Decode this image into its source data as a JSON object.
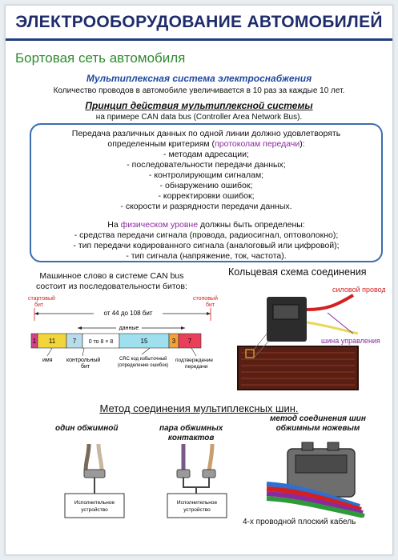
{
  "title": "ЭЛЕКТРООБОРУДОВАНИЕ АВТОМОБИЛЕЙ",
  "section": "Бортовая сеть автомобиля",
  "subtitle": "Мультиплексная система электроснабжения",
  "intro": "Количество проводов в автомобиле увеличивается в 10 раз за каждые 10 лет.",
  "principle": "Принцип действия мультиплексной системы",
  "example": "на примере CAN data bus (Controller Area Network Bus).",
  "box": {
    "p1_l1": "Передача различных данных по одной линии должно удовлетворять",
    "p1_l2_a": "определенным критериям (",
    "p1_l2_b": "протоколам передачи",
    "p1_l2_c": "):",
    "items": [
      "- методам адресации;",
      "- последовательности передачи данных;",
      "- контролирующим сигналам;",
      "- обнаружению ошибок;",
      "- корректировки ошибок;",
      "- скорости и разрядности передачи данных."
    ],
    "p2_a": "На ",
    "p2_b": "физическом уровне",
    "p2_c": " должны быть определены:",
    "items2": [
      "- средства передачи сигнала (провода, радиосигнал, оптоволокно);",
      "- тип передачи кодированного сигнала (аналоговый или цифровой);",
      "- тип сигнала (напряжение, ток, частота)."
    ]
  },
  "machine_word": {
    "l1": "Машинное слово в системе CAN bus",
    "l2": "состоит из последовательности битов:"
  },
  "ring_title": "Кольцевая схема соединения",
  "can_frame": {
    "start_l1": "стартовый",
    "start_l2": "бит",
    "stop_l1": "стоповый",
    "stop_l2": "бит",
    "range": "от 44 до 108 бит",
    "data": "данные",
    "fields": [
      {
        "label": "1",
        "color": "#d6408a"
      },
      {
        "label": "11",
        "color": "#f2d53a"
      },
      {
        "label": "7",
        "color": "#b8dcea"
      },
      {
        "label": "0 то 8 × 8",
        "color": "#ffffff"
      },
      {
        "label": "15",
        "color": "#9fe0ee"
      },
      {
        "label": "3",
        "color": "#f2a23a"
      },
      {
        "label": "7",
        "color": "#e8405a"
      }
    ],
    "lab_name": "имя",
    "lab_control_l1": "контрольный",
    "lab_control_l2": "бит",
    "lab_crc_l1": "CRC код  избыточный",
    "lab_crc_l2": "(определение ошибок)",
    "lab_confirm_l1": "подтверждение",
    "lab_confirm_l2": "передачи"
  },
  "ring": {
    "power_wire": "силовой провод",
    "control_bus": "шина управления"
  },
  "method_title": "Метод соединения мультиплексных шин.",
  "methods": {
    "m1": "один обжимной",
    "m2_l1": "пара обжимных",
    "m2_l2": "контактов",
    "m3_l1": "метод соединения шин",
    "m3_l2": "обжимным ножевым",
    "device_l1": "Исполнительное",
    "device_l2": "устройство"
  },
  "cable_label": "4-х проводной плоский кабель",
  "colors": {
    "title": "#1e2c6b",
    "section": "#2e8b2e",
    "accent_blue": "#1f4aa0",
    "accent_red": "#d42020",
    "accent_purple": "#8a2a9e"
  }
}
